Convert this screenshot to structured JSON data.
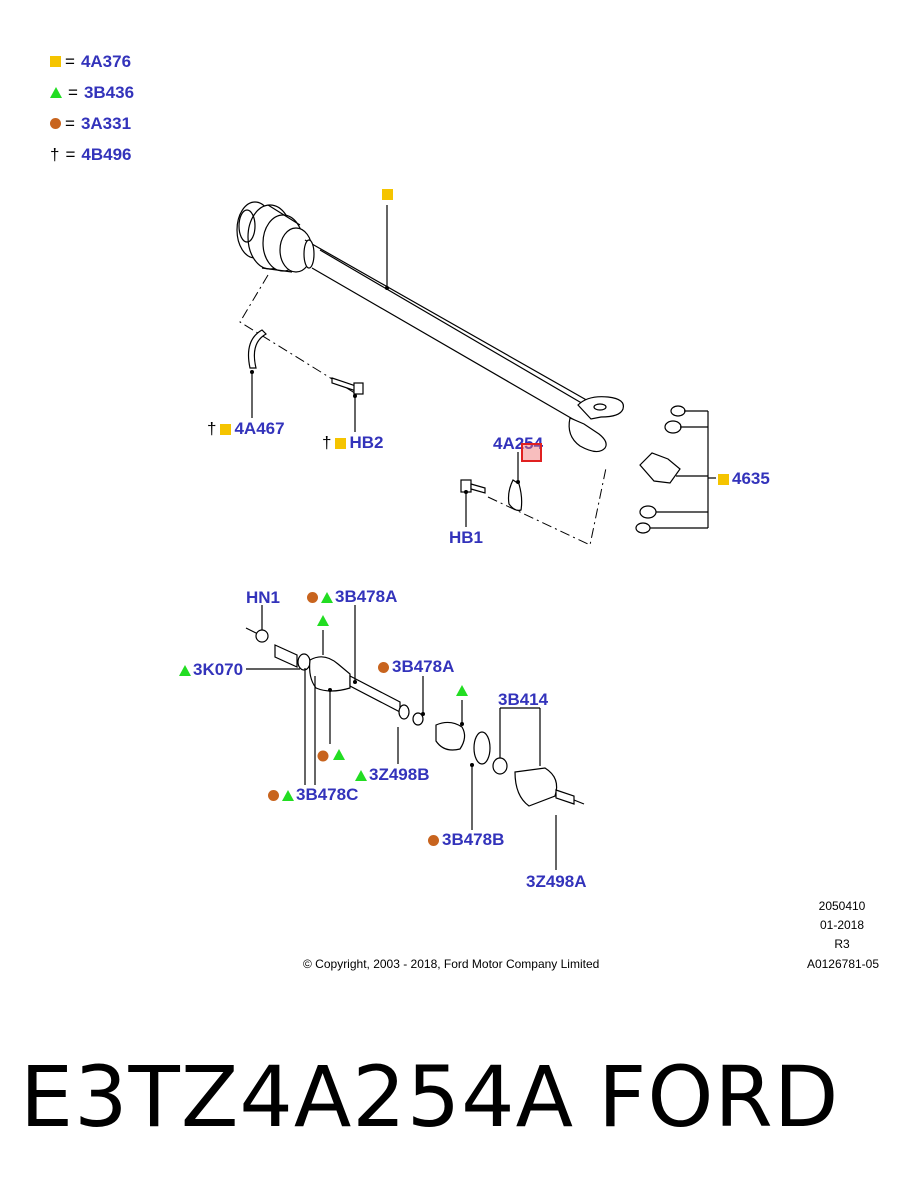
{
  "legend": [
    {
      "symbol": "square",
      "eq": "=",
      "code": "4A376"
    },
    {
      "symbol": "triangle",
      "eq": "=",
      "code": "3B436"
    },
    {
      "symbol": "circle",
      "eq": "=",
      "code": "3A331"
    },
    {
      "symbol": "dagger",
      "eq": "=",
      "code": "4B496"
    }
  ],
  "symbols": {
    "dagger": "†"
  },
  "colors": {
    "square": "#f5c400",
    "triangle": "#22dd22",
    "circle": "#c8641e",
    "label": "#3333bb"
  },
  "callouts": {
    "c4A467": "4A467",
    "cHB2": "HB2",
    "c4A254": "4A254",
    "c4635": "4635",
    "cHB1": "HB1",
    "cHN1": "HN1",
    "c3B478A_top": "3B478A",
    "c3B478A_mid": "3B478A",
    "c3K070": "3K070",
    "c3B414": "3B414",
    "c3Z498B": "3Z498B",
    "c3B478C": "3B478C",
    "c3B478B": "3B478B",
    "c3Z498A": "3Z498A"
  },
  "meta": {
    "line1": "2050410",
    "line2": "01-2018",
    "line3": "R3",
    "line4": "A0126781-05"
  },
  "copyright": "© Copyright, 2003 - 2018, Ford Motor Company Limited",
  "part_number": "E3TZ4A254A",
  "brand": "FORD"
}
